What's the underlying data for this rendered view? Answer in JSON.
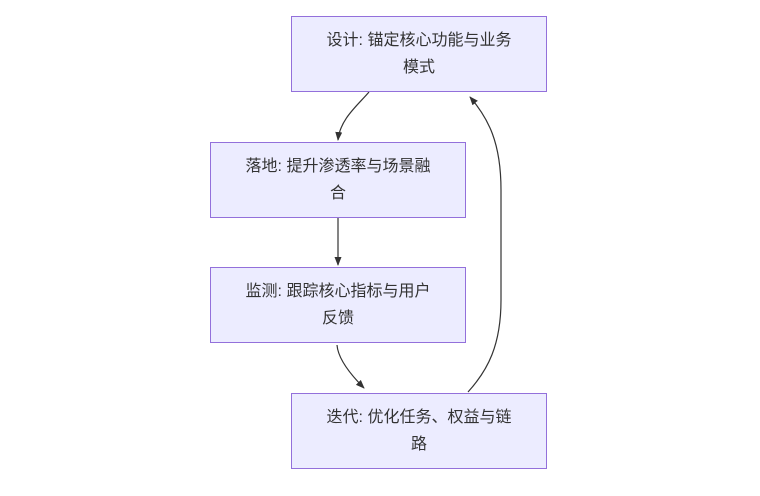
{
  "diagram": {
    "type": "flowchart",
    "direction": "top-down",
    "nodes": [
      {
        "id": "design",
        "label": "设计: 锚定核心功能与业务模式",
        "lines": [
          "设计: 锚定核心功能与业务",
          "模式"
        ]
      },
      {
        "id": "landing",
        "label": "落地: 提升渗透率与场景融合",
        "lines": [
          "落地: 提升渗透率与场景融",
          "合"
        ]
      },
      {
        "id": "monitor",
        "label": "监测: 跟踪核心指标与用户反馈",
        "lines": [
          "监测: 跟踪核心指标与用户",
          "反馈"
        ]
      },
      {
        "id": "iterate",
        "label": "迭代: 优化任务、权益与链路",
        "lines": [
          "迭代: 优化任务、权益与链",
          "路"
        ]
      }
    ],
    "edges": [
      {
        "from": "design",
        "to": "landing"
      },
      {
        "from": "landing",
        "to": "monitor"
      },
      {
        "from": "monitor",
        "to": "iterate"
      },
      {
        "from": "iterate",
        "to": "design"
      }
    ],
    "colors": {
      "node_fill": "#ECECFF",
      "node_border": "#9370DB",
      "edge": "#333333",
      "text": "#333333"
    }
  }
}
